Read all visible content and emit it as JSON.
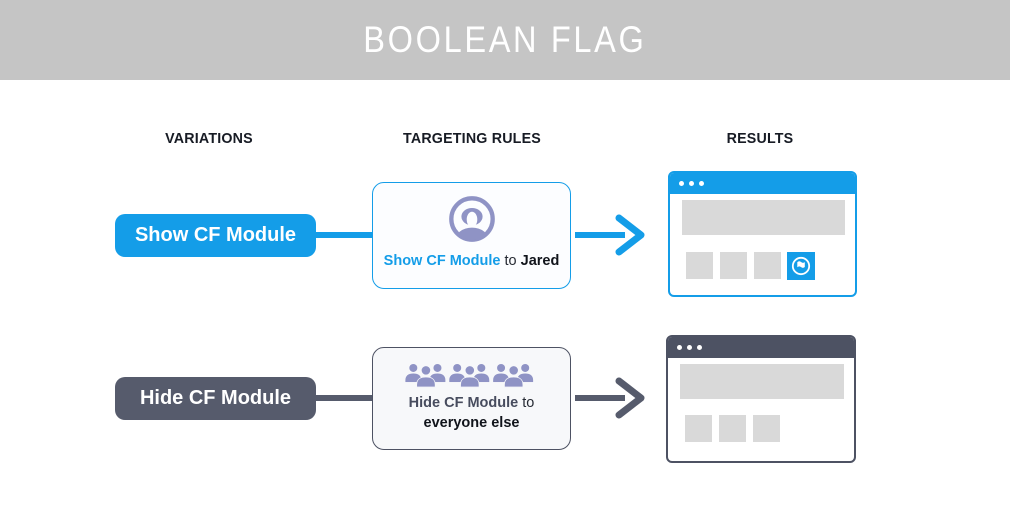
{
  "header": {
    "title": "BOOLEAN FLAG"
  },
  "columns": {
    "variations": "VARIATIONS",
    "targeting_rules": "TARGETING RULES",
    "results": "RESULTS"
  },
  "rows": [
    {
      "variation_label": "Show CF Module",
      "rule": {
        "flag": "Show CF Module",
        "connector": "to",
        "target": "Jared"
      },
      "rule_icon": "user-headset-icon",
      "result_icon": "flag-circle-icon",
      "module_visible": true
    },
    {
      "variation_label": "Hide CF Module",
      "rule": {
        "flag": "Hide CF Module",
        "connector": "to",
        "target": "everyone else"
      },
      "rule_icon": "crowd-icon",
      "module_visible": false
    }
  ],
  "colors": {
    "blue": "#149de8",
    "dark_slate": "#565b6c",
    "dark_slate_border": "#4d5263",
    "icon_purple": "#8f93c5",
    "banner_gray": "#c5c5c5",
    "placeholder_gray": "#d9d9d9"
  }
}
